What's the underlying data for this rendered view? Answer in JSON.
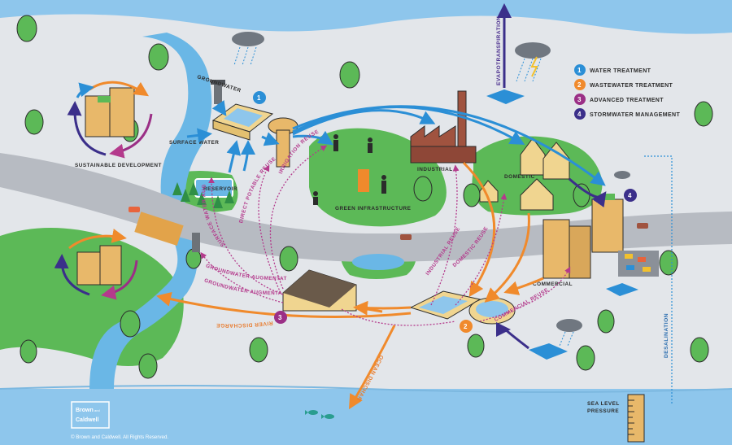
{
  "legend": [
    {
      "number": "1",
      "label": "WATER TREATMENT",
      "color": "#2b8fd6"
    },
    {
      "number": "2",
      "label": "WASTEWATER TREATMENT",
      "color": "#f08a2c"
    },
    {
      "number": "3",
      "label": "ADVANCED TREATMENT",
      "color": "#9b2f86"
    },
    {
      "number": "4",
      "label": "STORMWATER MANAGEMENT",
      "color": "#3b2f8a"
    }
  ],
  "labels": {
    "groundwater": "GROUNDWATER",
    "surface_water": "SURFACE WATER",
    "reservoir": "RESERVOIR",
    "sustainable_development": "SUSTAINABLE DEVELOPMENT",
    "green_infrastructure": "GREEN INFRASTRUCTURE",
    "industrial": "INDUSTRIAL",
    "domestic": "DOMESTIC",
    "commercial": "COMMERCIAL",
    "evapotranspiration": "EVAPOTRANSPIRATION",
    "desalination": "DESALINATION",
    "sea_level_pressure_1": "SEA LEVEL",
    "sea_level_pressure_2": "PRESSURE"
  },
  "flows": {
    "irrigation_reuse": "IRRIGATION REUSE",
    "direct_potable_reuse": "DIRECT POTABLE REUSE",
    "surface_water_augmentation": "SURFACE WATER AUGMENTATION",
    "groundwater_augmentation_1": "GROUNDWATER AUGMENTATION",
    "groundwater_augmentation_2": "GROUNDWATER AUGMENTATION",
    "industrial_reuse": "INDUSTRIAL REUSE",
    "domestic_reuse": "DOMESTIC REUSE",
    "commercial_reuse": "COMMERCIAL REUSE",
    "river_discharge": "RIVER DISCHARGE",
    "ocean_discharge": "OCEAN DISCHARGE"
  },
  "badges": {
    "b1": "1",
    "b2": "2",
    "b3": "3",
    "b4": "4"
  },
  "logo": {
    "line1": "Brown",
    "line2": "Caldwell",
    "small": "and"
  },
  "copyright": "© Brown and Caldwell.  All Rights Reserved.",
  "colors": {
    "sky": "#8ec6ec",
    "land": "#e3e6ea",
    "green": "#5cb957",
    "river": "#6ab7e6",
    "road": "#b7bbc2",
    "blue_flow": "#2b8fd6",
    "orange_flow": "#f08a2c",
    "pink_flow": "#b43a8c",
    "purple_flow": "#3b2f8a"
  }
}
